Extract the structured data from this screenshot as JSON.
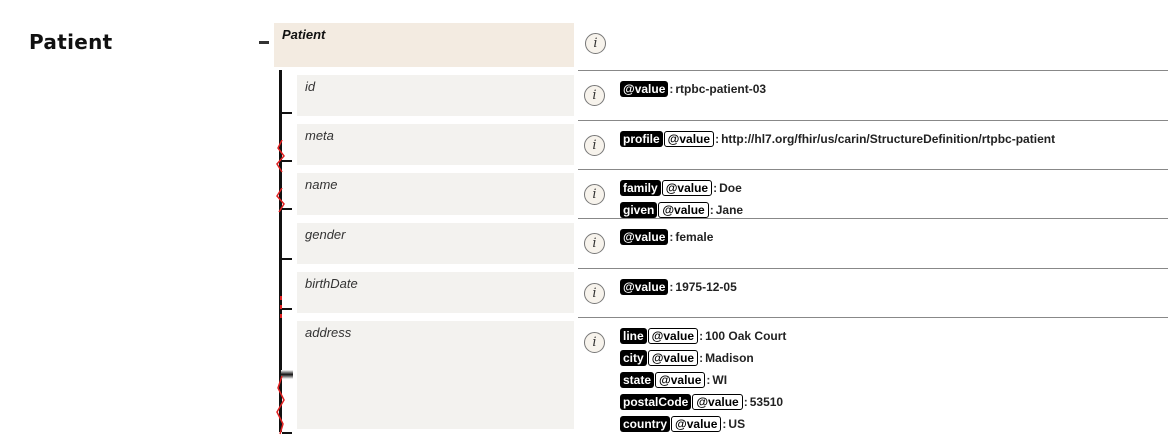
{
  "page_title": "Patient",
  "root": {
    "label": "Patient"
  },
  "info_glyph": "i",
  "rows": [
    {
      "label": "id",
      "values": [
        {
          "tags": [],
          "attr": "@value",
          "value": "rtpbc-patient-03"
        }
      ]
    },
    {
      "label": "meta",
      "values": [
        {
          "tags": [
            "profile"
          ],
          "attr": "@value",
          "value": "http://hl7.org/fhir/us/carin/StructureDefinition/rtpbc-patient"
        }
      ]
    },
    {
      "label": "name",
      "values": [
        {
          "tags": [
            "family"
          ],
          "attr": "@value",
          "value": "Doe"
        },
        {
          "tags": [
            "given"
          ],
          "attr": "@value",
          "value": "Jane"
        }
      ]
    },
    {
      "label": "gender",
      "values": [
        {
          "tags": [],
          "attr": "@value",
          "value": "female"
        }
      ]
    },
    {
      "label": "birthDate",
      "values": [
        {
          "tags": [],
          "attr": "@value",
          "value": "1975-12-05"
        }
      ]
    },
    {
      "label": "address",
      "values": [
        {
          "tags": [
            "line"
          ],
          "attr": "@value",
          "value": "100 Oak Court"
        },
        {
          "tags": [
            "city"
          ],
          "attr": "@value",
          "value": "Madison"
        },
        {
          "tags": [
            "state"
          ],
          "attr": "@value",
          "value": "WI"
        },
        {
          "tags": [
            "postalCode"
          ],
          "attr": "@value",
          "value": "53510"
        },
        {
          "tags": [
            "country"
          ],
          "attr": "@value",
          "value": "US"
        }
      ]
    }
  ],
  "colors": {
    "root_bg": "#f3ebe1",
    "row_bg": "#f3f2ef",
    "tag_dark": "#000000",
    "zigzag": "#e02020"
  }
}
